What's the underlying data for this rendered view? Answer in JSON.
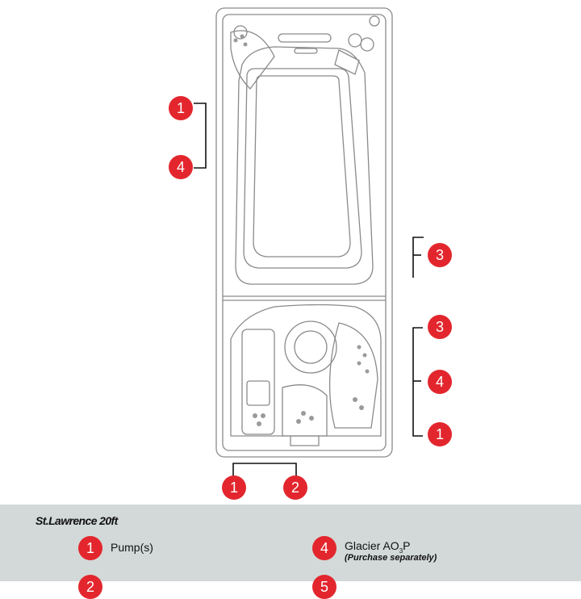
{
  "callouts": {
    "left_top": [
      "1",
      "4"
    ],
    "right_mid": [
      "3"
    ],
    "right_bottom": [
      "3",
      "4",
      "1"
    ],
    "bottom": [
      "1",
      "2"
    ]
  },
  "legend": {
    "title": "St.Lawrence 20ft",
    "items": [
      {
        "number": "1",
        "label": "Pump(s)"
      },
      {
        "number": "4",
        "label_main": "Glacier AO",
        "label_sub": "3",
        "label_end": "P",
        "note": "(Purchase separately)"
      }
    ],
    "cutoff_numbers": [
      "2",
      "5"
    ]
  },
  "colors": {
    "badge": "#e3262d",
    "legend_bg": "#d2d9d8",
    "outline": "#8a8a8a"
  }
}
